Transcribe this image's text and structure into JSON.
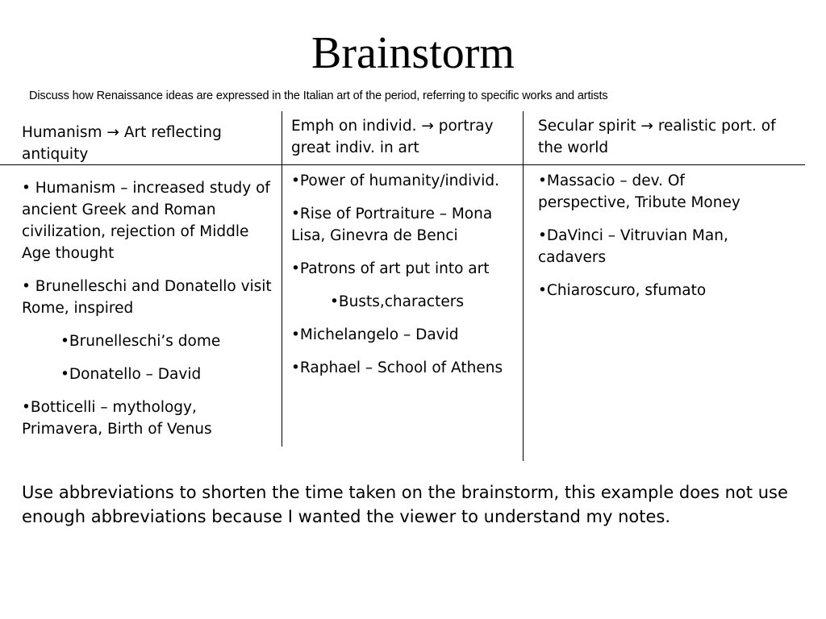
{
  "slide": {
    "title": "Brainstorm",
    "subtitle": "Discuss how Renaissance ideas are expressed in the Italian art of the period, referring to specific works and artists",
    "note": "Use abbreviations to shorten the time taken on the brainstorm, this example does not use enough abbreviations because I wanted the viewer to understand my notes."
  },
  "table": {
    "columns": [
      {
        "header_a": "Humanism",
        "header_arrow": "→",
        "header_b": "Art reflecting antiquity",
        "items": [
          "• Humanism – increased study of ancient Greek and Roman civilization, rejection of Middle Age thought",
          "• Brunelleschi and Donatello visit Rome, inspired",
          "•Brunelleschi’s dome",
          "•Donatello – David",
          "•Botticelli – mythology, Primavera, Birth of Venus"
        ]
      },
      {
        "header_a": "Emph on individ.",
        "header_arrow": "→",
        "header_b": "portray great indiv. in art",
        "items": [
          "•Power of humanity/individ.",
          "•Rise of Portraiture – Mona Lisa, Ginevra de Benci",
          "•Patrons of art put into art",
          "•Busts,characters",
          "•Michelangelo – David",
          "•Raphael – School of Athens"
        ]
      },
      {
        "header_a": "Secular spirit",
        "header_arrow": "→",
        "header_b": "realistic port. of the world",
        "items": [
          "•Massacio – dev. Of perspective, Tribute Money",
          "•DaVinci – Vitruvian Man, cadavers",
          "•Chiaroscuro, sfumato"
        ]
      }
    ]
  }
}
